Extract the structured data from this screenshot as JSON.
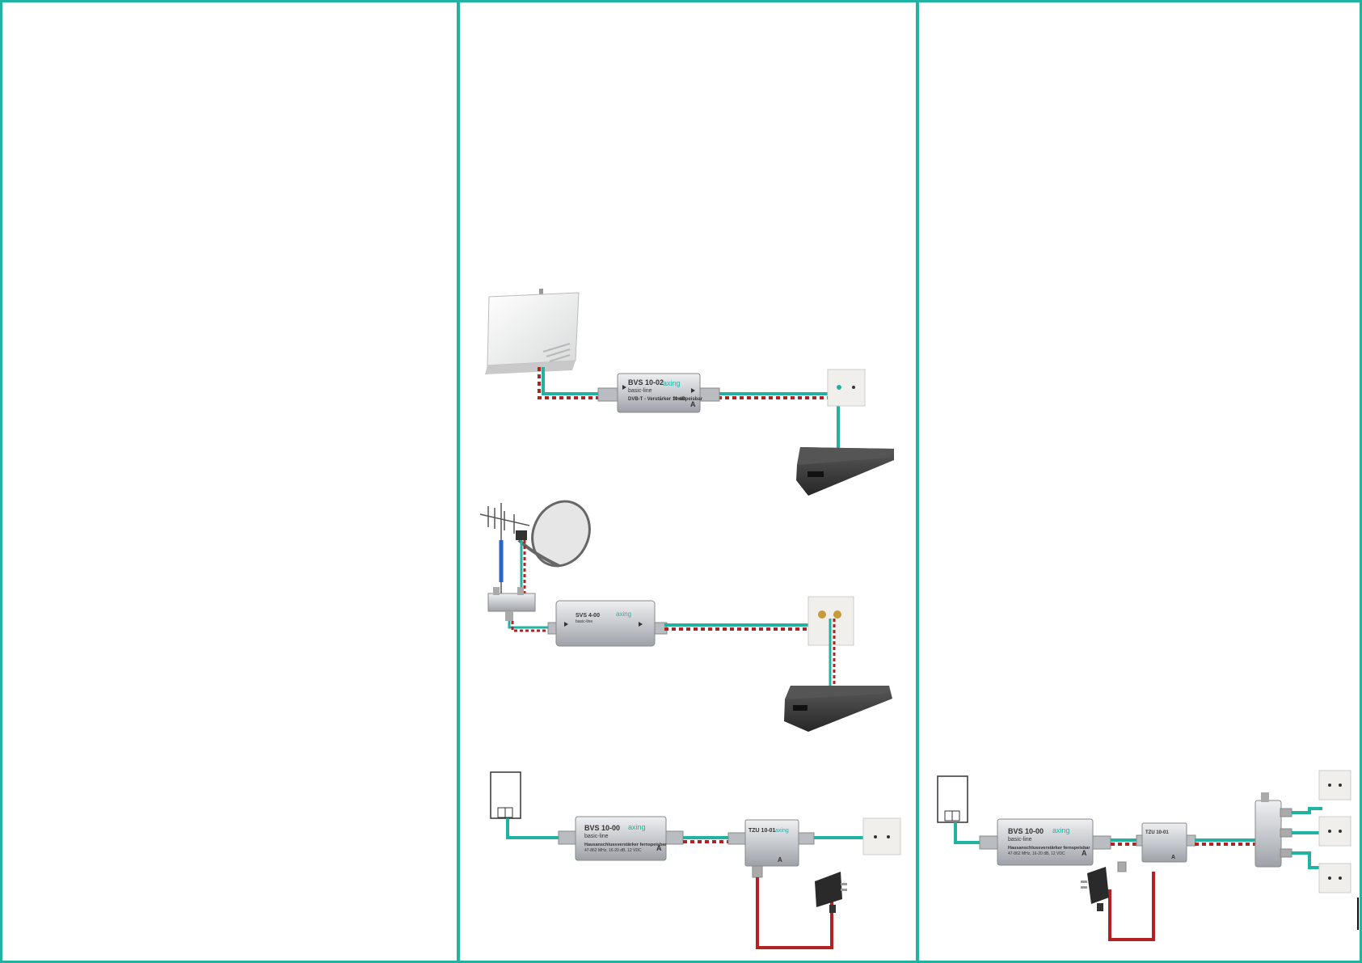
{
  "colors": {
    "accent": "#20b3a2",
    "cable_teal": "#20b3a2",
    "cable_red": "#b22222",
    "device_silver": "#c9ccd0",
    "receiver_dark": "#3a3a3a"
  },
  "diagram1": {
    "amp_model": "BVS 10-02",
    "amp_line": "basic-line",
    "amp_desc": "DVB-T - Verstärker 10 dB",
    "amp_feed": "fernspeisbar",
    "brand": "axing"
  },
  "diagram2": {
    "amp_model": "SVS 4-00",
    "amp_line": "basic-line",
    "brand": "axing"
  },
  "diagram3": {
    "amp_model": "BVS 10-00",
    "amp_line": "basic-line",
    "amp_desc": "Hausanschlussverstärker fernspeisbar",
    "amp_spec": "47-862 MHz, 16-20 dB, 12 VDC",
    "injector_model": "TZU 10-01",
    "brand": "axing"
  },
  "diagram4": {
    "amp_model": "BVS 10-00",
    "amp_line": "basic-line",
    "amp_desc": "Hausanschlussverstärker fernspeisbar",
    "amp_spec": "47-862 MHz, 16-20 dB, 12 VDC",
    "injector_model": "TZU 10-01",
    "brand": "axing"
  },
  "icons": [
    "flat-antenna-icon",
    "amplifier-icon",
    "wall-socket-icon",
    "set-top-box-icon",
    "yagi-antenna-icon",
    "satellite-dish-icon",
    "diplexer-icon",
    "house-connection-icon",
    "power-injector-icon",
    "power-adapter-icon",
    "splitter-icon"
  ]
}
